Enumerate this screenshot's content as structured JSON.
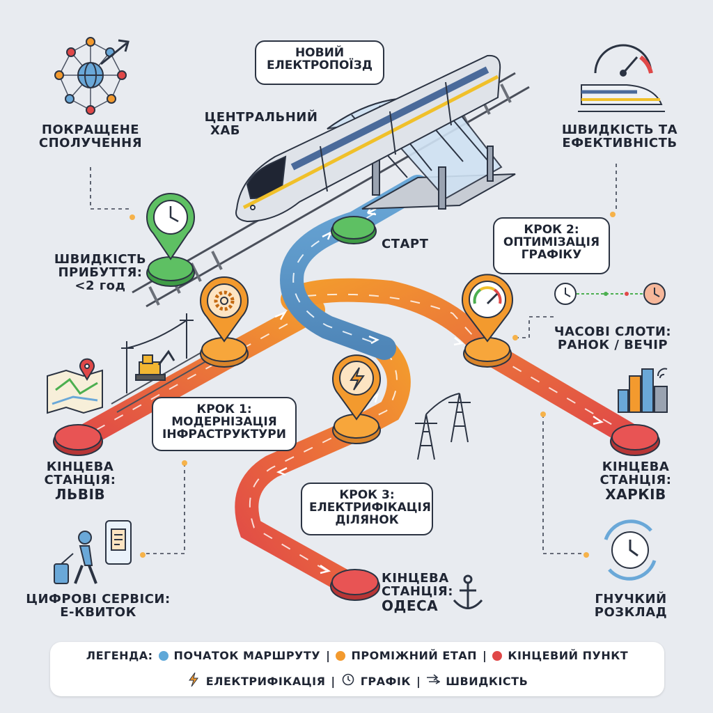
{
  "callouts": {
    "train": [
      "НОВИЙ",
      "ЕЛЕКТРОПОЇЗД"
    ],
    "step1": [
      "КРОК 1:",
      "МОДЕРНІЗАЦІЯ",
      "ІНФРАСТРУКТУРИ"
    ],
    "step2": [
      "КРОК 2:",
      "ОПТИМІЗАЦІЯ",
      "ГРАФІКУ"
    ],
    "step3": [
      "КРОК 3:",
      "ЕЛЕКТРИФІКАЦІЯ",
      "ДІЛЯНОК"
    ]
  },
  "labels": {
    "hub": [
      "ЦЕНТРАЛЬНИЙ",
      "ХАБ"
    ],
    "start": "СТАРТ",
    "connections": [
      "ПОКРАЩЕНЕ",
      "СПОЛУЧЕННЯ"
    ],
    "speed_eff": [
      "ШВИДКІСТЬ ТА",
      "ЕФЕКТИВНІСТЬ"
    ],
    "arrival": [
      "ШВИДКІСТЬ",
      "ПРИБУТТЯ:",
      "<2 год"
    ],
    "time_slots": [
      "ЧАСОВІ СЛОТИ:",
      "РАНОК / ВЕЧІР"
    ],
    "lviv": [
      "КІНЦЕВА",
      "СТАНЦІЯ:",
      "ЛЬВІВ"
    ],
    "kharkiv": [
      "КІНЦЕВА",
      "СТАНЦІЯ:",
      "ХАРКІВ"
    ],
    "odesa": [
      "КІНЦЕВА",
      "СТАНЦІЯ:",
      "ОДЕСА"
    ],
    "digital": [
      "ЦИФРОВІ СЕРВІСИ:",
      "Е-КВИТОК"
    ],
    "flexible": [
      "ГНУЧКИЙ",
      "РОЗКЛАД"
    ]
  },
  "legend": {
    "title": "ЛЕГЕНДА:",
    "start": "ПОЧАТОК МАРШРУТУ",
    "mid": "ПРОМІЖНИЙ ЕТАП",
    "end": "КІНЦЕВИЙ ПУНКТ",
    "electrification": "ЕЛЕКТРИФІКАЦІЯ",
    "schedule": "ГРАФІК",
    "speed": "ШВИДКІСТЬ",
    "sep": "|"
  },
  "colors": {
    "start": "#5fa8d8",
    "mid": "#f39a2e",
    "end": "#e04848",
    "green": "#4caf50",
    "ink": "#2b3342"
  },
  "icons": [
    "network-globe-icon",
    "speedometer-icon",
    "train-icon",
    "clock-pin-icon",
    "gear-pin-icon",
    "gauge-pin-icon",
    "lightning-pin-icon",
    "map-icon",
    "phone-ticket-icon",
    "traveler-icon",
    "city-icon",
    "power-tower-icon",
    "anchor-icon",
    "refresh-clock-icon",
    "excavator-icon"
  ]
}
